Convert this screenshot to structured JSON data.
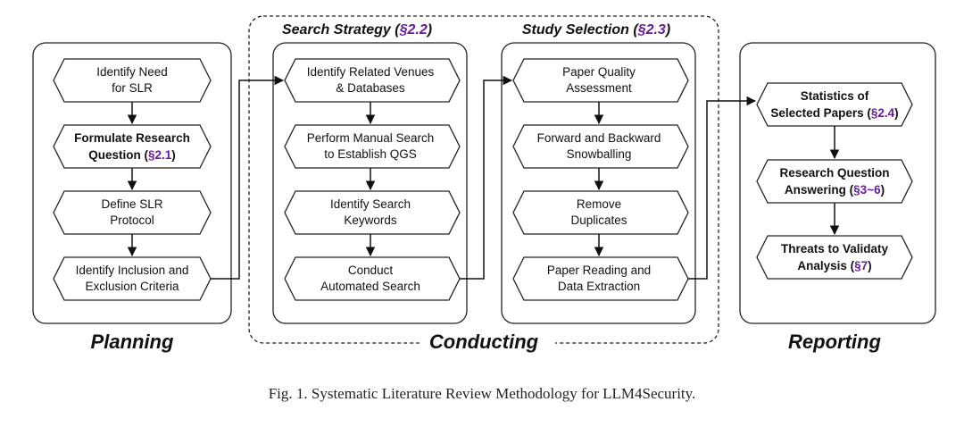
{
  "phases": {
    "planning": "Planning",
    "conducting": "Conducting",
    "reporting": "Reporting"
  },
  "sections": {
    "search_strategy": {
      "title": "Search Strategy",
      "ref": "§2.2"
    },
    "study_selection": {
      "title": "Study Selection",
      "ref": "§2.3"
    }
  },
  "nodes": {
    "identify_need": {
      "line1": "Identify Need",
      "line2": "for SLR"
    },
    "formulate": {
      "line1": "Formulate Research",
      "line2": "Question",
      "ref": "§2.1"
    },
    "define_protocol": {
      "line1": "Define SLR",
      "line2": "Protocol"
    },
    "inclusion": {
      "line1": "Identify Inclusion and",
      "line2": "Exclusion Criteria"
    },
    "venues": {
      "line1": "Identify Related Venues",
      "line2": "& Databases"
    },
    "manual_search": {
      "line1": "Perform Manual Search",
      "line2": "to Establish QGS"
    },
    "keywords": {
      "line1": "Identify Search",
      "line2": "Keywords"
    },
    "automated": {
      "line1": "Conduct",
      "line2": "Automated Search"
    },
    "quality": {
      "line1": "Paper Quality",
      "line2": "Assessment"
    },
    "snowballing": {
      "line1": "Forward and Backward",
      "line2": "Snowballing"
    },
    "duplicates": {
      "line1": "Remove",
      "line2": "Duplicates"
    },
    "reading": {
      "line1": "Paper Reading and",
      "line2": "Data Extraction"
    },
    "statistics": {
      "line1": "Statistics of",
      "line2": "Selected Papers",
      "ref": "§2.4"
    },
    "rq_answering": {
      "line1": "Research Question",
      "line2": "Answering",
      "ref": "§3~6"
    },
    "threats": {
      "line1": "Threats to Validaty",
      "line2": "Analysis",
      "ref": "§7"
    }
  },
  "caption": "Fig. 1.  Systematic Literature Review Methodology for LLM4Security."
}
